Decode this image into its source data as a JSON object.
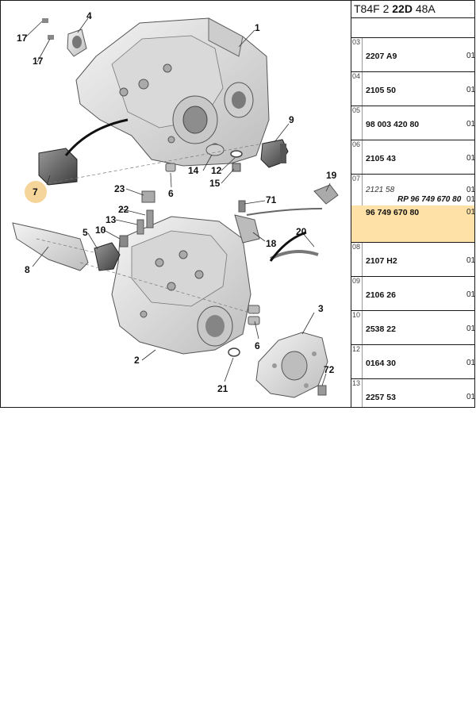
{
  "panel": {
    "title_prefix": "T84F 2",
    "title_bold": "22D",
    "title_suffix": "48A",
    "rows": [
      {
        "num": "03",
        "ref": "2207 A9",
        "qty": "01"
      },
      {
        "num": "04",
        "ref": "2105 50",
        "qty": "01"
      },
      {
        "num": "05",
        "ref": "98 003 420 80",
        "qty": "01"
      },
      {
        "num": "06",
        "ref": "2105 43",
        "qty": "01"
      },
      {
        "num": "07",
        "ref_old": "2121 58",
        "qty_old": "01",
        "ref_rp": "RP 96 749 670 80",
        "qty_rp": "01",
        "ref": "96 749 670 80",
        "qty": "01"
      },
      {
        "num": "08",
        "ref": "2107 H2",
        "qty": "01"
      },
      {
        "num": "09",
        "ref": "2106 26",
        "qty": "01"
      },
      {
        "num": "10",
        "ref": "2538 22",
        "qty": "01"
      },
      {
        "num": "12",
        "ref": "0164 30",
        "qty": "01"
      },
      {
        "num": "13",
        "ref": "2257 53",
        "qty": "01"
      }
    ]
  },
  "diagram": {
    "callouts": {
      "c1": "1",
      "c2": "2",
      "c3": "3",
      "c4": "4",
      "c5": "5",
      "c6a": "6",
      "c6b": "6",
      "c7": "7",
      "c8": "8",
      "c9": "9",
      "c10": "10",
      "c12": "12",
      "c13": "13",
      "c14": "14",
      "c15": "15",
      "c17a": "17",
      "c17b": "17",
      "c18": "18",
      "c19": "19",
      "c20": "20",
      "c21": "21",
      "c22": "22",
      "c23": "23",
      "c71": "71",
      "c72": "72"
    },
    "highlight_callout": "7"
  },
  "colors": {
    "highlight": "#fde1a6",
    "callout_circle": "#f5d59a",
    "part_fill": "#e9e9e9",
    "part_stroke": "#555555"
  }
}
